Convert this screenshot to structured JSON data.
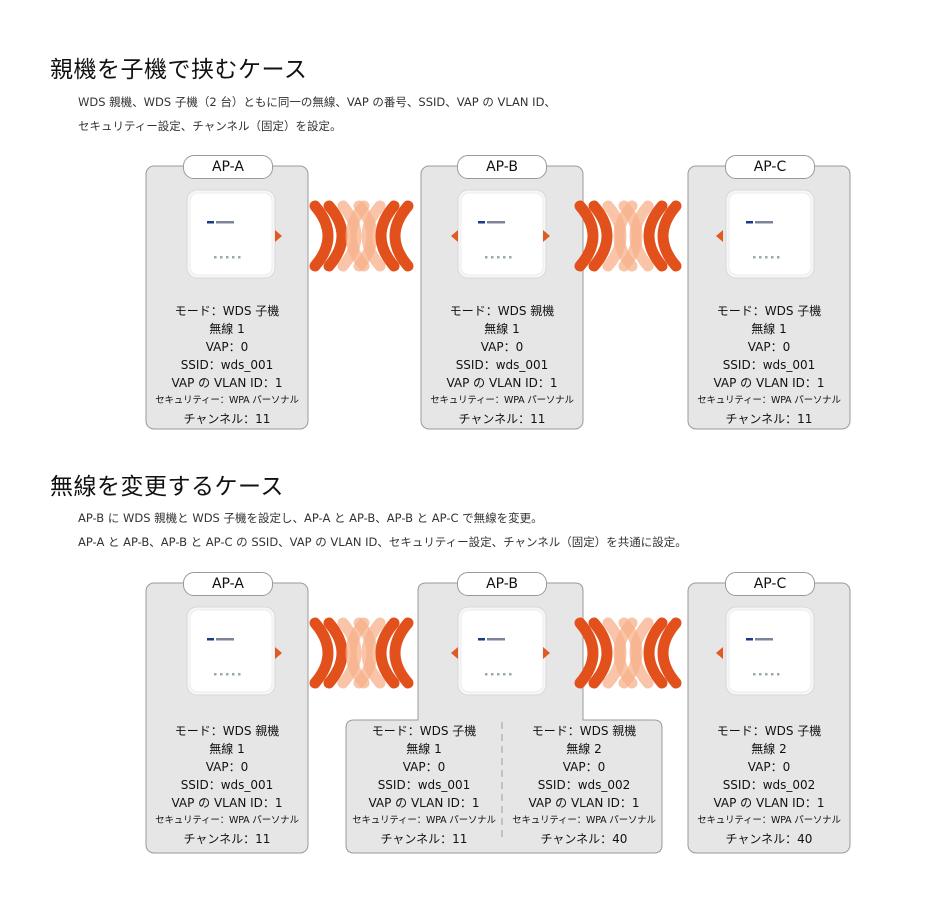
{
  "colors": {
    "panel_bg": "#e6e6e6",
    "panel_border": "#9a9a9a",
    "wave_dark": "#e2501c",
    "wave_light": "#f7b08a",
    "arrow": "#e05a22"
  },
  "sections": [
    {
      "title": "親機を子機で挟むケース",
      "desc": [
        "WDS 親機、WDS 子機（2 台）ともに同一の無線、VAP の番号、SSID、VAP の VLAN ID、",
        "セキュリティー設定、チャンネル（固定）を設定。"
      ],
      "aps": [
        {
          "label": "AP-A",
          "lines": [
            "モード：WDS 子機",
            "無線 1",
            "VAP：0",
            "SSID：wds_001",
            "VAP の VLAN ID：1",
            "セキュリティー：WPA パーソナル",
            "チャンネル：11"
          ]
        },
        {
          "label": "AP-B",
          "lines": [
            "モード：WDS 親機",
            "無線 1",
            "VAP：0",
            "SSID：wds_001",
            "VAP の VLAN ID：1",
            "セキュリティー：WPA パーソナル",
            "チャンネル：11"
          ]
        },
        {
          "label": "AP-C",
          "lines": [
            "モード：WDS 子機",
            "無線 1",
            "VAP：0",
            "SSID：wds_001",
            "VAP の VLAN ID：1",
            "セキュリティー：WPA パーソナル",
            "チャンネル：11"
          ]
        }
      ]
    },
    {
      "title": "無線を変更するケース",
      "desc": [
        "AP-B に WDS 親機と WDS 子機を設定し、AP-A と AP-B、AP-B と AP-C で無線を変更。",
        "AP-A と AP-B、AP-B と AP-C の SSID、VAP の VLAN ID、セキュリティー設定、チャンネル（固定）を共通に設定。"
      ],
      "aps": [
        {
          "label": "AP-A",
          "lines": [
            "モード：WDS 親機",
            "無線 1",
            "VAP：0",
            "SSID：wds_001",
            "VAP の VLAN ID：1",
            "セキュリティー：WPA パーソナル",
            "チャンネル：11"
          ]
        },
        {
          "label": "AP-B",
          "lines": [
            "モード：WDS 子機",
            "無線 1",
            "VAP：0",
            "SSID：wds_001",
            "VAP の VLAN ID：1",
            "セキュリティー：WPA パーソナル",
            "チャンネル：11"
          ],
          "lines2": [
            "モード：WDS 親機",
            "無線 2",
            "VAP：0",
            "SSID：wds_002",
            "VAP の VLAN ID：1",
            "セキュリティー：WPA パーソナル",
            "チャンネル：40"
          ]
        },
        {
          "label": "AP-C",
          "lines": [
            "モード：WDS 子機",
            "無線 2",
            "VAP：0",
            "SSID：wds_002",
            "VAP の VLAN ID：1",
            "セキュリティー：WPA パーソナル",
            "チャンネル：40"
          ]
        }
      ]
    }
  ]
}
